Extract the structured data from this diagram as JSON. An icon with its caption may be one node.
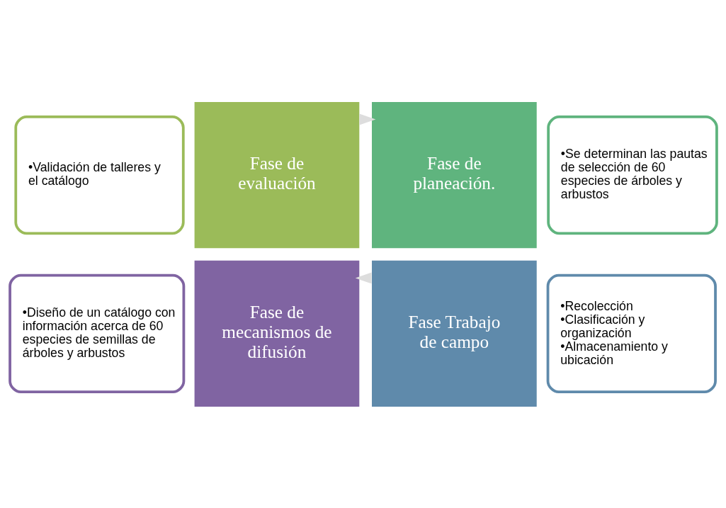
{
  "diagram": {
    "nodes": [
      {
        "text": [
          "•Validación de talleres y el catálogo"
        ]
      },
      {
        "text": [
          "•Se determinan las pautas de selección de 60 especies de árboles y arbustos"
        ]
      },
      {
        "text": [
          "Fase de evaluación"
        ]
      },
      {
        "text": [
          "Fase de planeación."
        ]
      },
      {
        "text": [
          "Fase de mecanismos de difusión"
        ]
      },
      {
        "text": [
          "Fase Trabajo de campo"
        ]
      },
      {
        "text": [
          "•Diseño de un catálogo con información acerca de 60 especies de semillas de árboles y arbustos"
        ]
      },
      {
        "text": [
          "•Recolección",
          "•Clasificación y organización",
          "•Almacenamiento y ubicación"
        ]
      }
    ],
    "edges": [
      {
        "from": 2,
        "to": 3,
        "arrow": "to"
      },
      {
        "from": 5,
        "to": 4,
        "arrow": "to"
      }
    ]
  }
}
